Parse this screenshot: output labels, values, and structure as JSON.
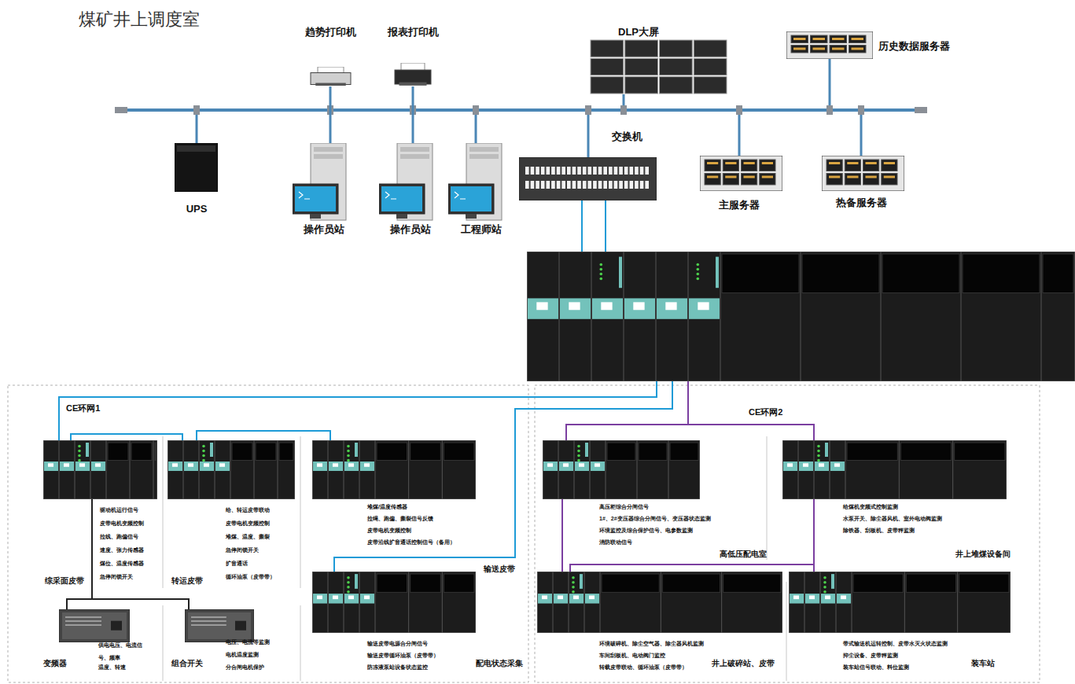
{
  "diagram": {
    "title": "煤矿井上调度室",
    "nodes": [
      {
        "text": [
          "趋势打印机"
        ]
      },
      {
        "text": [
          "报表打印机"
        ]
      },
      {
        "text": [
          "DLP大屏"
        ]
      },
      {
        "text": [
          "历史数据服务器"
        ]
      },
      {
        "text": [
          "UPS"
        ]
      },
      {
        "text": [
          "操作员站"
        ]
      },
      {
        "text": [
          "操作员站"
        ]
      },
      {
        "text": [
          "工程师站"
        ]
      },
      {
        "text": [
          "交换机"
        ]
      },
      {
        "text": [
          "主服务器"
        ]
      },
      {
        "text": [
          "热备服务器"
        ]
      },
      {
        "text": []
      },
      {
        "text": [
          "综采面皮带",
          "驱动机运行信号",
          "皮带电机变频控制",
          "拉线、跑偏信号",
          "速度、张力传感器",
          "煤位、温度传感器",
          "急停闭锁开关"
        ]
      },
      {
        "text": [
          "转运皮带",
          "给、转运皮带联动",
          "皮带电机变频控制",
          "堆煤、温度、撕裂",
          "急停闭锁开关",
          "扩音通话",
          "循环油泵（皮带带）"
        ]
      },
      {
        "text": [
          "输送皮带",
          "堆煤/温度传感器",
          "拉绳、跑偏、撕裂信号反馈",
          "皮带电机变频控制",
          "皮带沿线扩音通话控制信号（备用）"
        ]
      },
      {
        "text": [
          "配电状态采集",
          "输送皮带电源合分闸信号",
          "输送皮带循环油泵（皮带带）",
          "防冻液泵站设备状态监控"
        ]
      },
      {
        "text": [
          "变频器",
          "供电电压、电流信号、频率",
          "温度、转速"
        ]
      },
      {
        "text": [
          "组合开关",
          "电压、电流等监测",
          "电机温度监测",
          "分合闸电机保护"
        ]
      },
      {
        "text": [
          "高低压配电室",
          "高压柜综合分闸信号",
          "1#、2#变压器综合分闸信号、变压器状态监测",
          "环境监控及综合保护信号、电参数监测",
          "消防联动信号"
        ]
      },
      {
        "text": [
          "井上堆煤设备间",
          "给煤机变频式控制监测",
          "水泵开关、除尘器风机、室外电动阀监测",
          "除铁器、刮板机、皮带秤监测"
        ]
      },
      {
        "text": [
          "井上破碎站、皮带",
          "环境破碎机、除尘空气器、除尘器风机监测",
          "车间刮板机、电动阀门监控",
          "转载皮带联动、循环油泵（皮带带）"
        ]
      },
      {
        "text": [
          "装车站",
          "带式输送机运转控制、皮带水灭火状态监测",
          "抑尘设备、皮带秤监测",
          "装车站信号联动、料位监测"
        ]
      }
    ],
    "edges": [
      {
        "from": 0,
        "to": 5,
        "arrow": "none"
      },
      {
        "from": 1,
        "to": 6,
        "arrow": "none"
      },
      {
        "from": 8,
        "to": 11,
        "arrow": "none"
      },
      {
        "from": 8,
        "to": 11,
        "arrow": "none"
      },
      {
        "from": 11,
        "to": 12,
        "arrow": "none"
      },
      {
        "from": 12,
        "to": 13,
        "arrow": "none"
      },
      {
        "from": 13,
        "to": 14,
        "arrow": "none"
      },
      {
        "from": 11,
        "to": 15,
        "arrow": "none"
      },
      {
        "from": 12,
        "to": 16,
        "arrow": "none"
      },
      {
        "from": 12,
        "to": 17,
        "arrow": "none"
      },
      {
        "from": 11,
        "to": 18,
        "arrow": "none"
      },
      {
        "from": 11,
        "to": 19,
        "arrow": "none"
      },
      {
        "from": 18,
        "to": 20,
        "arrow": "none"
      },
      {
        "from": 20,
        "to": 21,
        "arrow": "none"
      },
      {
        "from": 19,
        "to": 21,
        "arrow": "none"
      }
    ],
    "labels": [
      "CE环网1",
      "CE环网2"
    ]
  }
}
